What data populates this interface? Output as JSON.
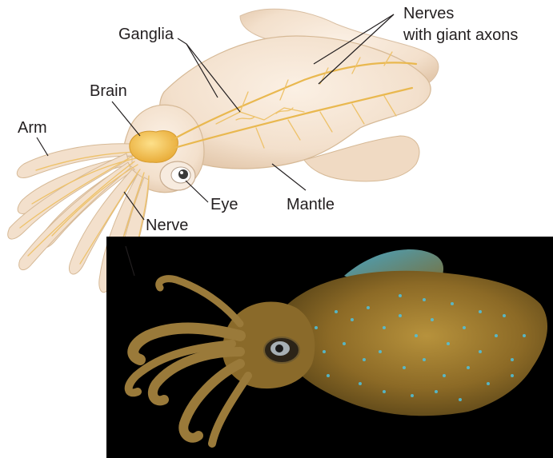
{
  "labels": {
    "ganglia": "Ganglia",
    "nerves_line1": "Nerves",
    "nerves_line2": "with giant axons",
    "brain": "Brain",
    "arm": "Arm",
    "eye": "Eye",
    "mantle": "Mantle",
    "nerve": "Nerve"
  },
  "colors": {
    "body_fill": "#f3e0cc",
    "nerve": "#e9b84f",
    "brain": "#f5c95a",
    "photo_background": "#000000",
    "squid_photo": "#9a7a2e",
    "iridescent_spots": "#4fc3e0"
  }
}
